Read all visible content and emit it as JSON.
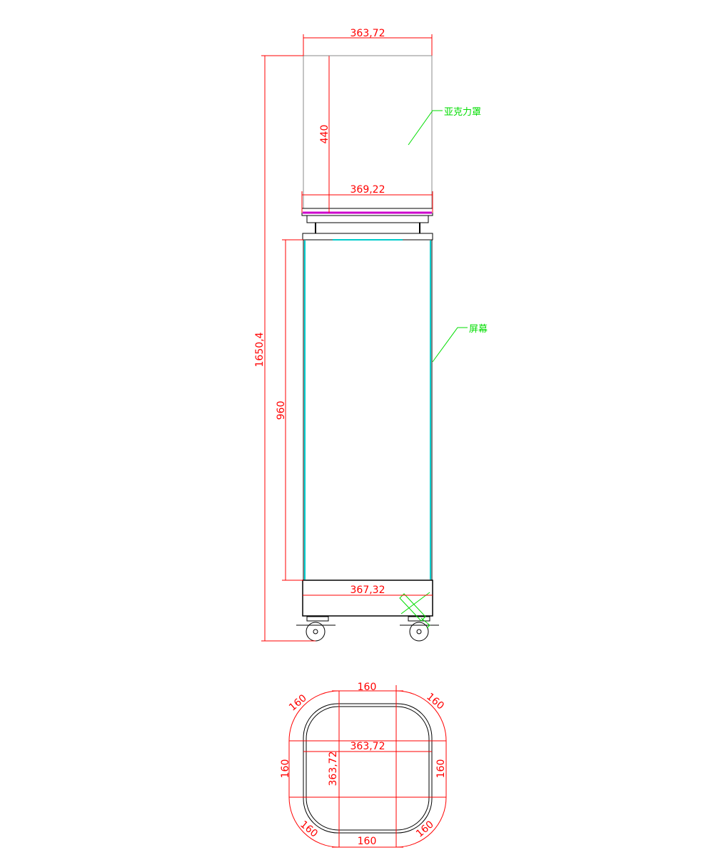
{
  "front_view": {
    "dims": {
      "top_width": "363,72",
      "cover_height": "440",
      "base_width": "369,22",
      "total_height": "1650,4",
      "screen_height": "960",
      "bottom_width": "367,32"
    },
    "labels": {
      "acrylic_cover": "亚克力罩",
      "screen": "屏幕"
    }
  },
  "plan_view": {
    "dims": {
      "top_edge": "160",
      "bottom_edge": "160",
      "left_edge": "160",
      "right_edge": "160",
      "width": "363,72",
      "depth": "363,72",
      "corner_tl": "160",
      "corner_tr": "160",
      "corner_bl": "160",
      "corner_br": "160"
    }
  },
  "colors": {
    "dimension": "#ff0000",
    "leader": "#00dd00",
    "screen": "#00cccc"
  }
}
